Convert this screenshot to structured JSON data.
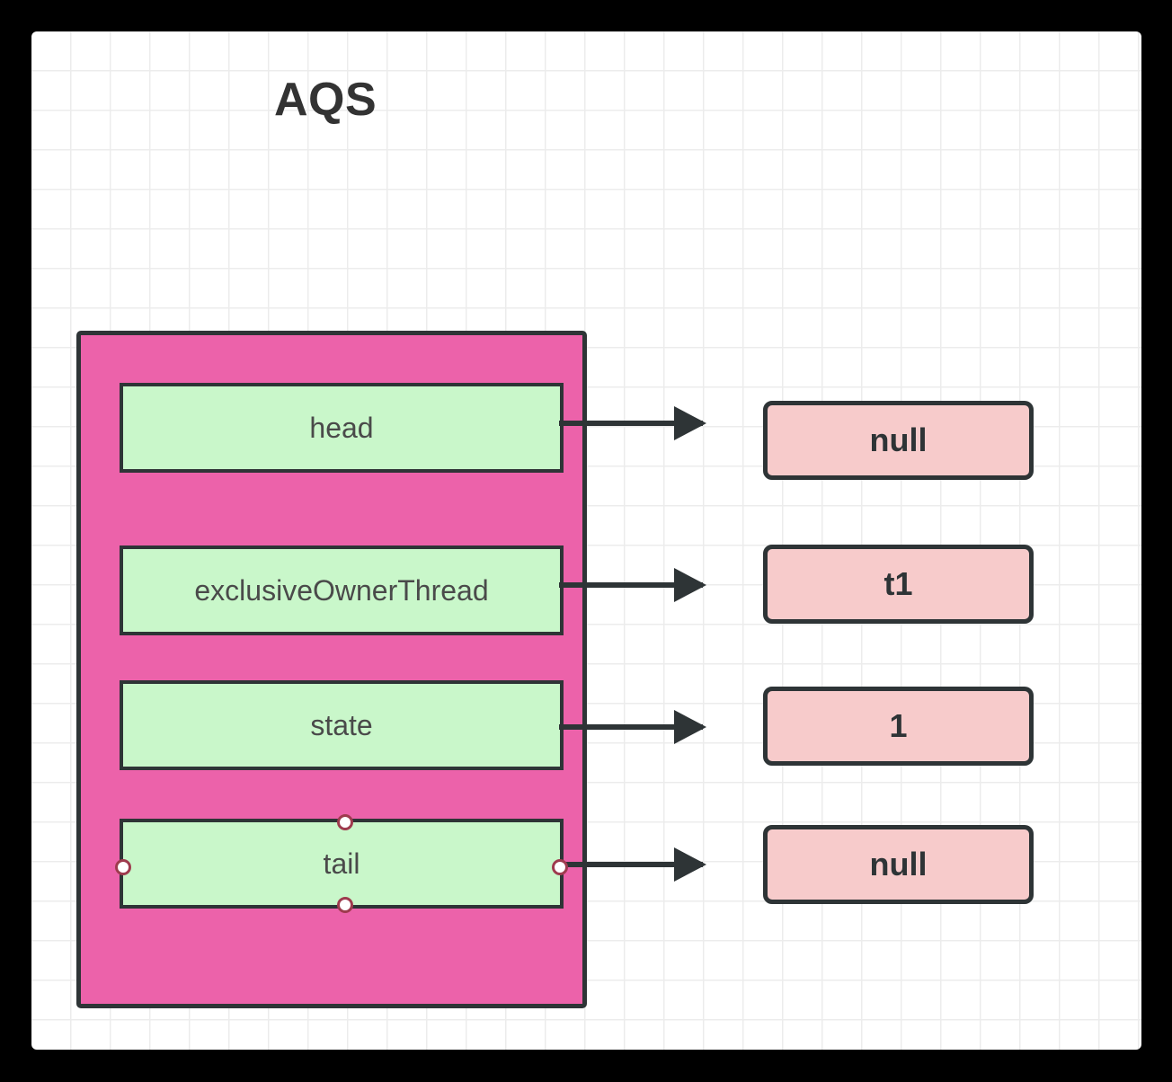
{
  "canvas": {
    "background_color": "#ffffff",
    "grid_color": "#ececec",
    "frame_color": "#000000"
  },
  "title": "AQS",
  "aqs_container": {
    "name": "AQS",
    "fill_color": "#ec62aa",
    "border_color": "#2e3436"
  },
  "fields": [
    {
      "id": "head",
      "label": "head",
      "fill_color": "#c9f7ca",
      "border_color": "#2e3436",
      "selected": false,
      "value": "null",
      "value_fill_color": "#f7cbcb"
    },
    {
      "id": "exclusiveOwnerThread",
      "label": "exclusiveOwnerThread",
      "fill_color": "#c9f7ca",
      "border_color": "#2e3436",
      "selected": false,
      "value": "t1",
      "value_fill_color": "#f7cbcb"
    },
    {
      "id": "state",
      "label": "state",
      "fill_color": "#c9f7ca",
      "border_color": "#2e3436",
      "selected": false,
      "value": "1",
      "value_fill_color": "#f7cbcb"
    },
    {
      "id": "tail",
      "label": "tail",
      "fill_color": "#c9f7ca",
      "border_color": "#2e3436",
      "selected": true,
      "handles": [
        "top",
        "left",
        "right",
        "bottom"
      ],
      "handle_fill_color": "#ffffff",
      "handle_border_color": "#9e3b4e",
      "value": "null",
      "value_fill_color": "#f7cbcb"
    }
  ],
  "connectors": [
    {
      "id": "head-to-null",
      "from": "head",
      "to": "null",
      "style": "solid-arrow",
      "color": "#2e3436"
    },
    {
      "id": "exclusiveOwnerThread-to-t1",
      "from": "exclusiveOwnerThread",
      "to": "t1",
      "style": "solid-arrow",
      "color": "#2e3436"
    },
    {
      "id": "state-to-1",
      "from": "state",
      "to": "1",
      "style": "solid-arrow",
      "color": "#2e3436"
    },
    {
      "id": "tail-to-null",
      "from": "tail",
      "to": "null",
      "style": "solid-arrow",
      "color": "#2e3436"
    }
  ]
}
